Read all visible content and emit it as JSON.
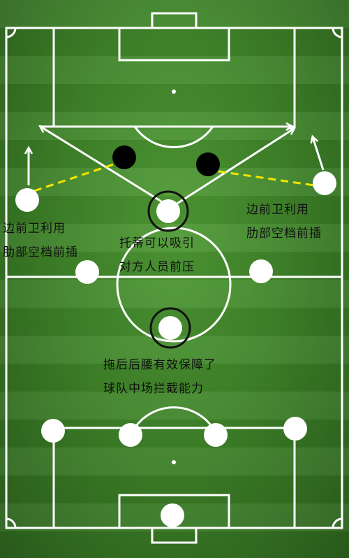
{
  "colors": {
    "line": "#ffffff",
    "player": "#ffffff",
    "opponent": "#000000",
    "run_line": "#f2e600",
    "text": "#111111",
    "pitch": "#3f8429"
  },
  "annotations": {
    "left_fullback": {
      "line1": "边前卫利用",
      "line2": "肋部空档前插"
    },
    "right_fullback": {
      "line1": "边前卫利用",
      "line2": "肋部空档前插"
    },
    "attacking_mid": {
      "line1": "托蒂可以吸引",
      "line2": "对方人员前压"
    },
    "defensive_mid": {
      "line1": "拖后后腰有效保障了",
      "line2": "球队中场拦截能力"
    }
  }
}
